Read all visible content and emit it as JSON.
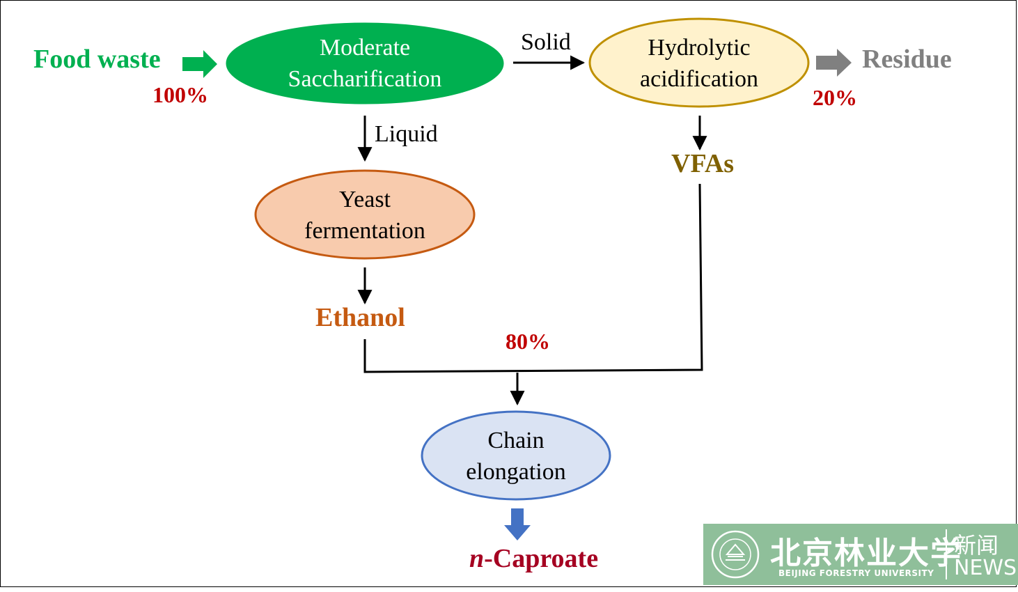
{
  "diagram": {
    "input_label": "Food waste",
    "input_percent": "100%",
    "node_saccharification": [
      "Moderate",
      "Saccharification"
    ],
    "edge_solid": "Solid",
    "node_hydrolytic": [
      "Hydrolytic",
      "acidification"
    ],
    "output_residue": "Residue",
    "residue_percent": "20%",
    "edge_liquid": "Liquid",
    "node_yeast": [
      "Yeast",
      "fermentation"
    ],
    "product_vfas": "VFAs",
    "product_ethanol": "Ethanol",
    "merge_percent": "80%",
    "node_chain": [
      "Chain",
      "elongation"
    ],
    "final_product_prefix": "n",
    "final_product_suffix": "-Caproate"
  },
  "colors": {
    "green": "#00b050",
    "gold_border": "#bf9000",
    "gold_fill": "#fff2cc",
    "vfa_text": "#7f6000",
    "orange_border": "#c55a11",
    "orange_fill": "#f8cbad",
    "blue_border": "#4472c4",
    "blue_fill": "#dae3f3",
    "red_text": "#c00000",
    "gray": "#808080",
    "final_red": "#a50021"
  },
  "watermark": {
    "name_cn": "北京林业大学",
    "name_en": "BEIJING FORESTRY UNIVERSITY",
    "news_cn": "新闻",
    "news_en": "NEWS"
  }
}
